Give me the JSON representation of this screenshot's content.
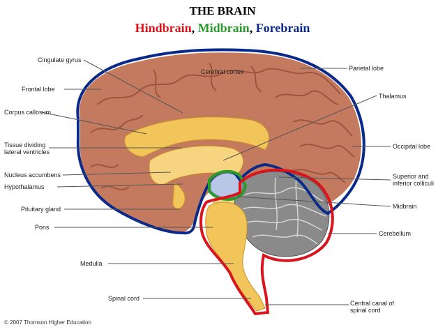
{
  "title": "THE BRAIN",
  "subtitle": {
    "hindbrain": "Hindbrain",
    "sep1": ", ",
    "midbrain": "Midbrain",
    "sep2": ", ",
    "forebrain": "Forebrain"
  },
  "colors": {
    "hindbrain": "#d8141c",
    "midbrain": "#2a9a2a",
    "forebrain": "#0a2a8a",
    "cortex": "#c47a5e",
    "inner": "#f2c55a"
  },
  "labels": {
    "cingulate_gyrus": "Cingulate gyrus",
    "cerebral_cortex": "Cerebral cortex",
    "parietal_lobe": "Parietal lobe",
    "frontal_lobe": "Frontal lobe",
    "thalamus": "Thalamus",
    "corpus_callosum": "Corpus callosum",
    "tissue_dividing_1": "Tissue dividing",
    "tissue_dividing_2": "lateral ventricles",
    "occipital_lobe": "Occipital lobe",
    "nucleus_accumbens": "Nucleus accumbens",
    "hypothalamus": "Hypothalamus",
    "superior_1": "Superior and",
    "superior_2": "inferior colliculi",
    "midbrain": "Midbrain",
    "pituitary_gland": "Pituitary gland",
    "pons": "Pons",
    "cerebellum": "Cerebellum",
    "medulla": "Medulla",
    "spinal_cord": "Spinal cord",
    "central_canal_1": "Central canal of",
    "central_canal_2": "spinal cord"
  },
  "copyright": "© 2007 Thomson Higher Education"
}
